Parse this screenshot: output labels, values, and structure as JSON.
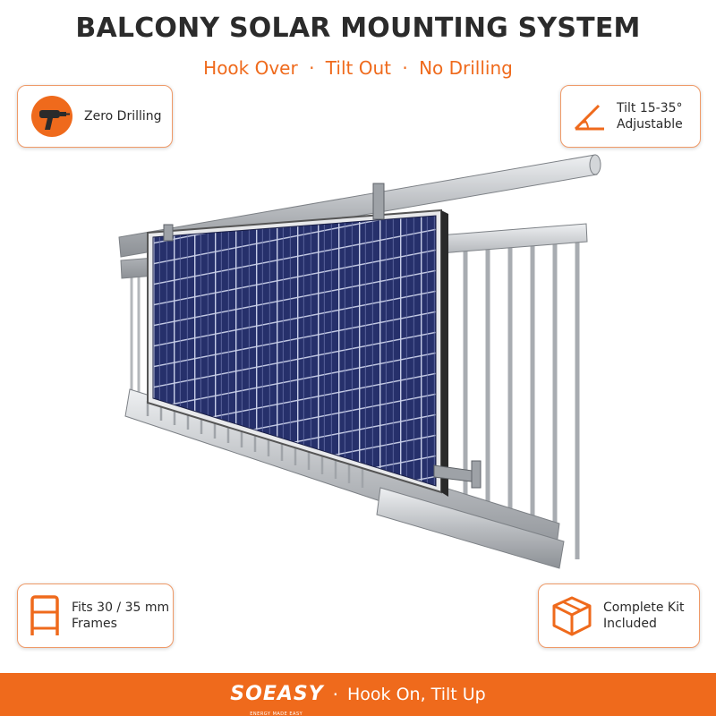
{
  "header": {
    "title": "BALCONY SOLAR MOUNTING SYSTEM",
    "subtitle_parts": [
      "Hook Over",
      "Tilt Out",
      "No Drilling"
    ],
    "subtitle_separator": "·"
  },
  "features": [
    {
      "icon": "drill-icon",
      "line1": "Zero Drilling",
      "line2": ""
    },
    {
      "icon": "tilt-angle-icon",
      "line1": "Tilt 15-35°",
      "line2": "Adjustable"
    },
    {
      "icon": "frame-bracket-icon",
      "line1": "Fits 30 / 35 mm",
      "line2": "Frames"
    },
    {
      "icon": "box-icon",
      "line1": "Complete Kit",
      "line2": "Included"
    }
  ],
  "footer": {
    "brand": "SOEASY",
    "brand_tagline": "ENERGY MADE EASY",
    "separator": "·",
    "tagline": "Hook On, Tilt Up"
  },
  "colors": {
    "accent": "#ef6a1c",
    "title": "#2b2b2b",
    "panel": "#26306b",
    "rail": "#c4c7ca"
  }
}
